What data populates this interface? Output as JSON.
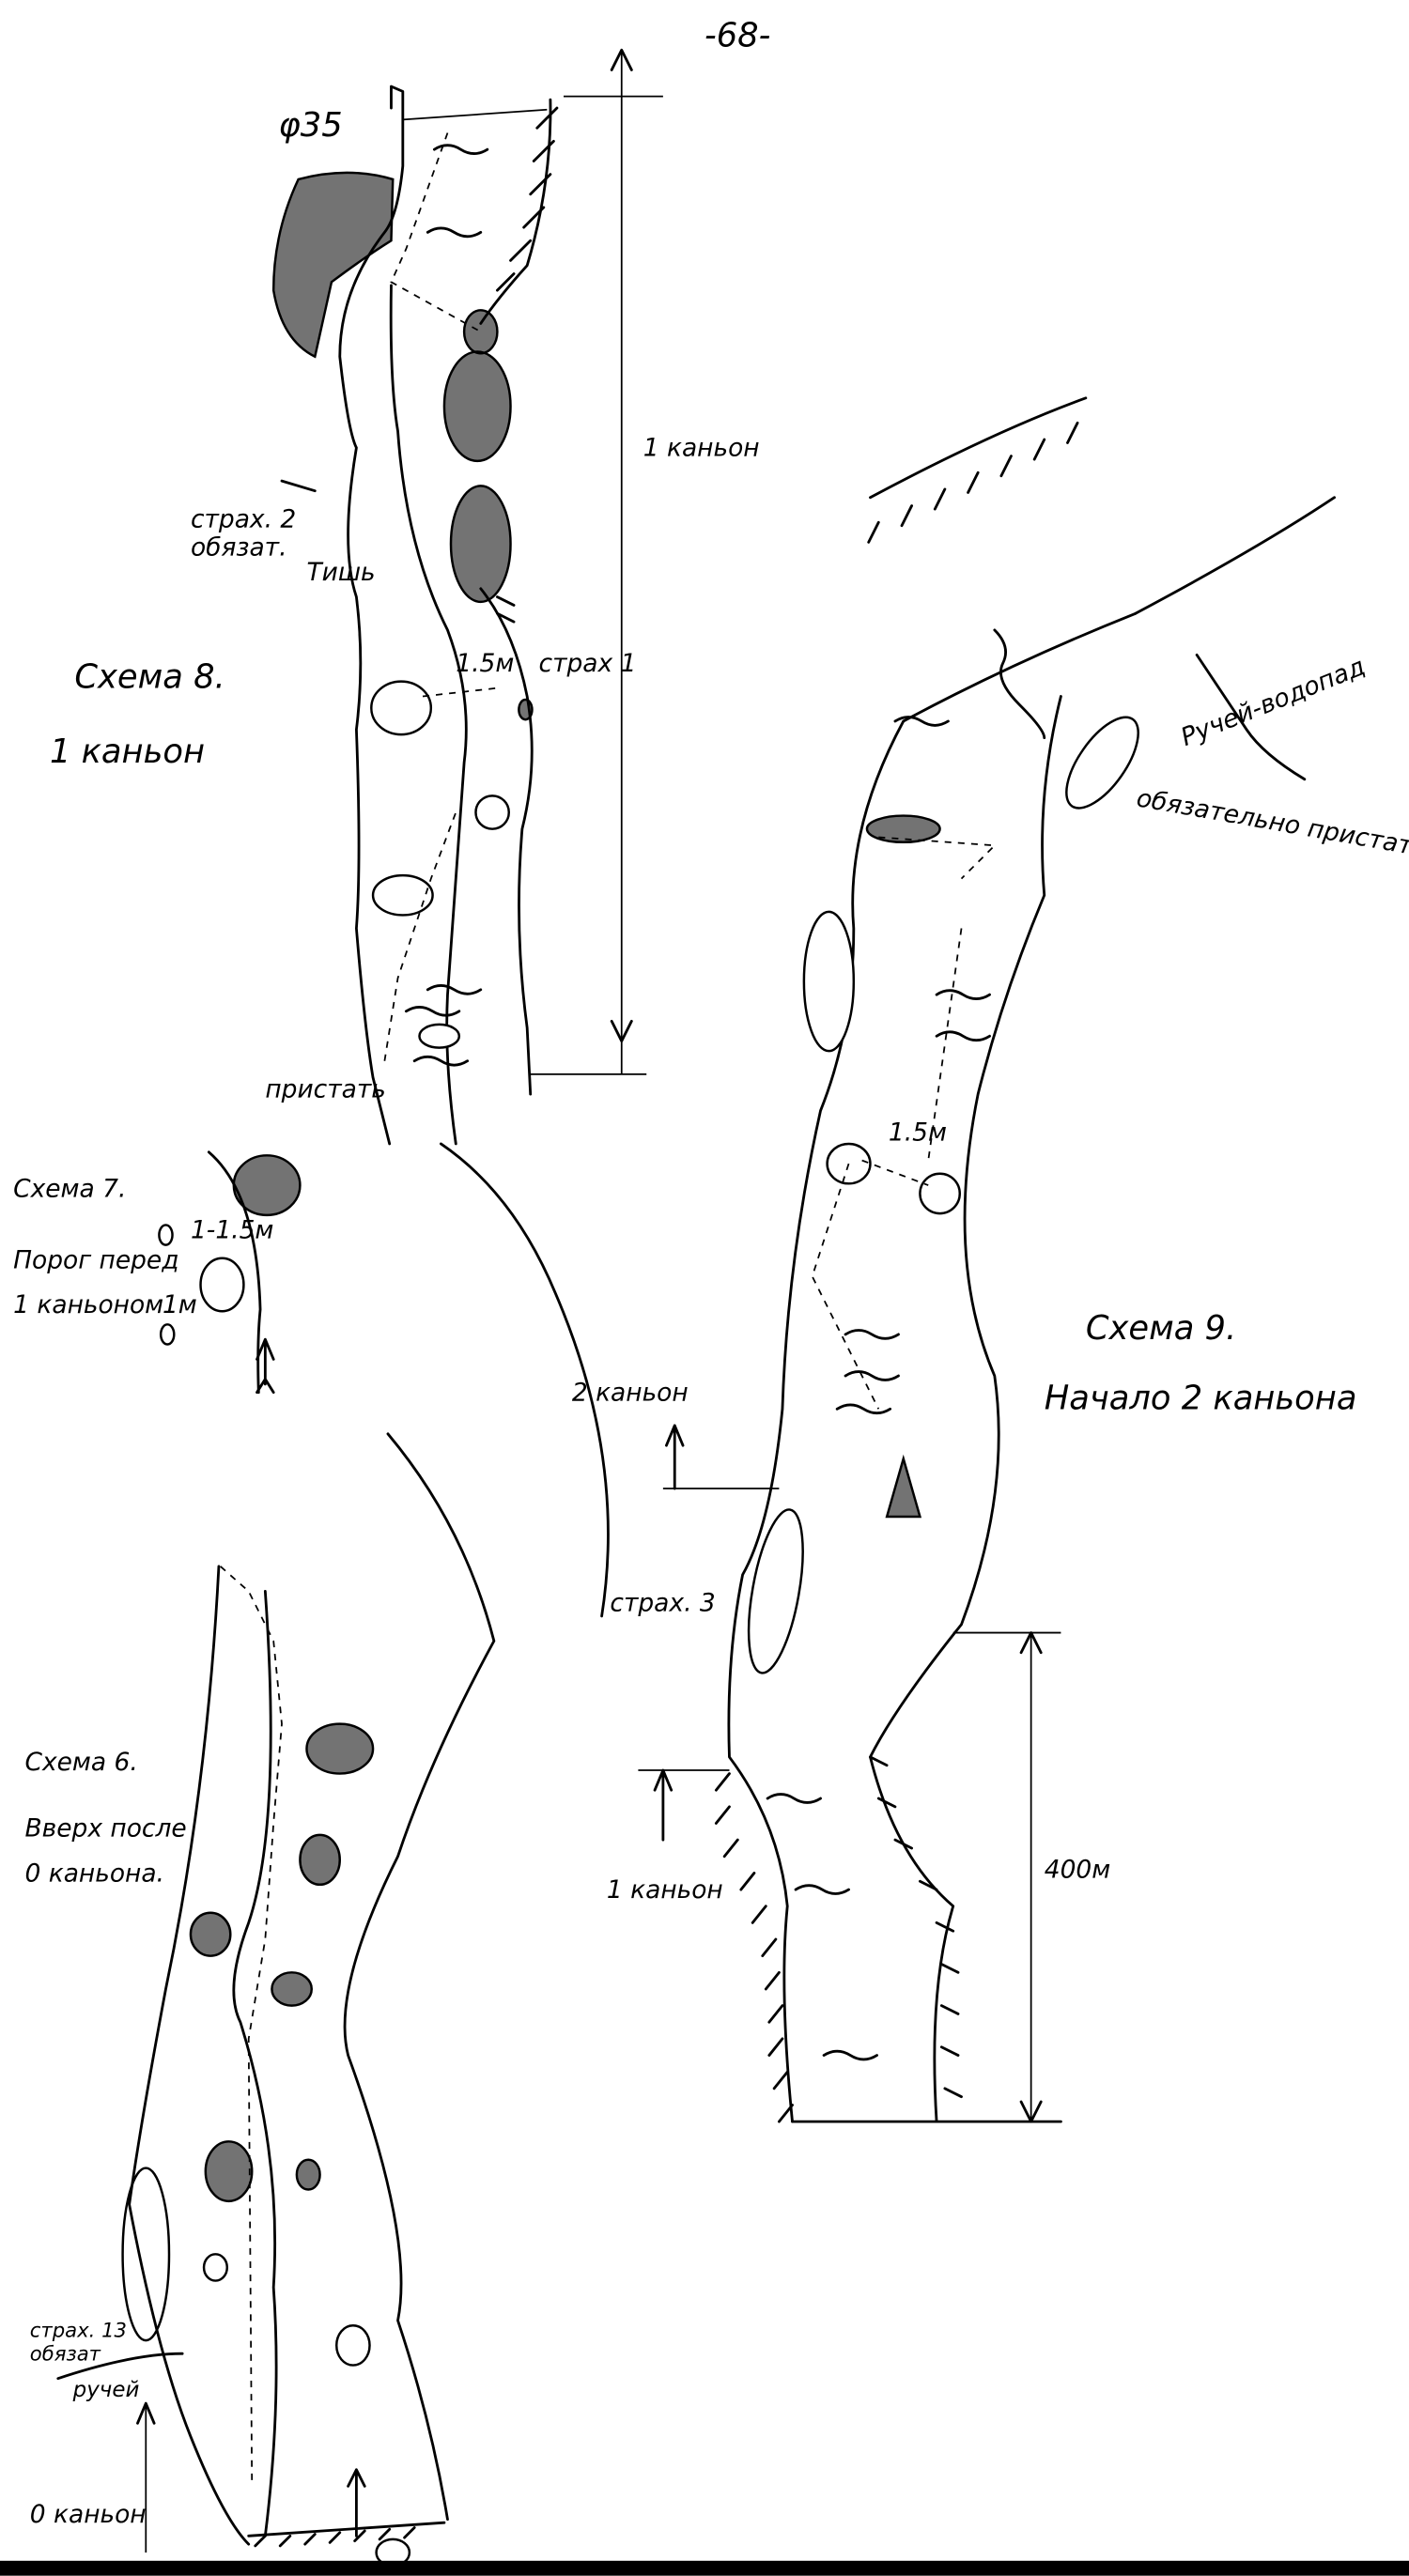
{
  "page_number": "-68-",
  "scheme8": {
    "title": "Схема 8.",
    "subtitle": "1 каньон",
    "waterfall_label": "φ35",
    "section_label": "1 каньон",
    "belay2_line1": "страх. 2",
    "belay2_line2": "обязат.",
    "calm_label": "Тишь",
    "gap_label": "1.5м",
    "belay1_label": "страх 1",
    "landing_label": "пристать"
  },
  "scheme7": {
    "title": "Схема 7.",
    "line1": "Порог перед",
    "line2": "1 каньоном",
    "gap1_label": "1-1.5м",
    "gap2_label": "1м"
  },
  "scheme9": {
    "title": "Схема 9.",
    "subtitle": "Начало 2 каньона",
    "stream_label": "Ручей-водопад",
    "stream_note": "обязательно пристать!!",
    "gap_label": "1.5м",
    "canyon2_label": "2 каньон",
    "belay3_label": "страх. 3",
    "canyon1_label": "1 каньон",
    "distance_label": "400м"
  },
  "scheme6": {
    "title": "Схема 6.",
    "line1": "Вверх после",
    "line2": "0 каньона.",
    "belay13_line1": "страх. 13",
    "belay13_line2": "обязат",
    "stream_label": "ручей",
    "canyon0_label": "0 каньон"
  }
}
